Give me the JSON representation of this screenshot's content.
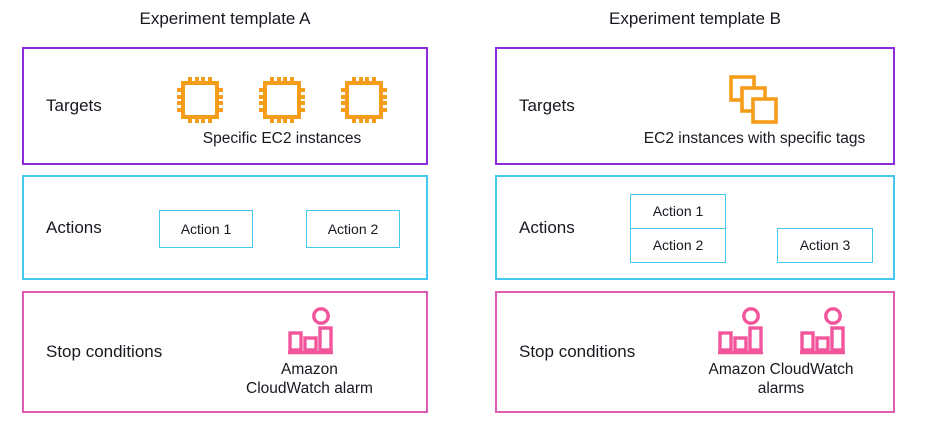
{
  "colors": {
    "targets_border": "#8C2BD9",
    "actions_border": "#44C8F0",
    "stop_border": "#DF5BB4",
    "ec2_icon": "#F59D19",
    "tags_icon": "#F59D19",
    "alarm_icon": "#F2559C",
    "text": "#16191F",
    "background": "#FFFFFF"
  },
  "templates": [
    {
      "id": "a",
      "title": "Experiment template A",
      "targets": {
        "label": "Targets",
        "caption": "Specific EC2 instances",
        "icon": "ec2-instance-icon",
        "icon_count": 3
      },
      "actions": {
        "label": "Actions",
        "items": [
          {
            "label": "Action 1"
          },
          {
            "label": "Action 2"
          }
        ]
      },
      "stop_conditions": {
        "label": "Stop conditions",
        "caption_line1": "Amazon",
        "caption_line2": "CloudWatch alarm",
        "icon": "cloudwatch-alarm-icon",
        "icon_count": 1
      }
    },
    {
      "id": "b",
      "title": "Experiment template B",
      "targets": {
        "label": "Targets",
        "caption": "EC2 instances with specific tags",
        "icon": "ec2-tags-icon",
        "icon_count": 1
      },
      "actions": {
        "label": "Actions",
        "items": [
          {
            "label": "Action 1"
          },
          {
            "label": "Action 2"
          },
          {
            "label": "Action 3"
          }
        ]
      },
      "stop_conditions": {
        "label": "Stop conditions",
        "caption_line1": "Amazon CloudWatch",
        "caption_line2": "alarms",
        "icon": "cloudwatch-alarm-icon",
        "icon_count": 2
      }
    }
  ]
}
